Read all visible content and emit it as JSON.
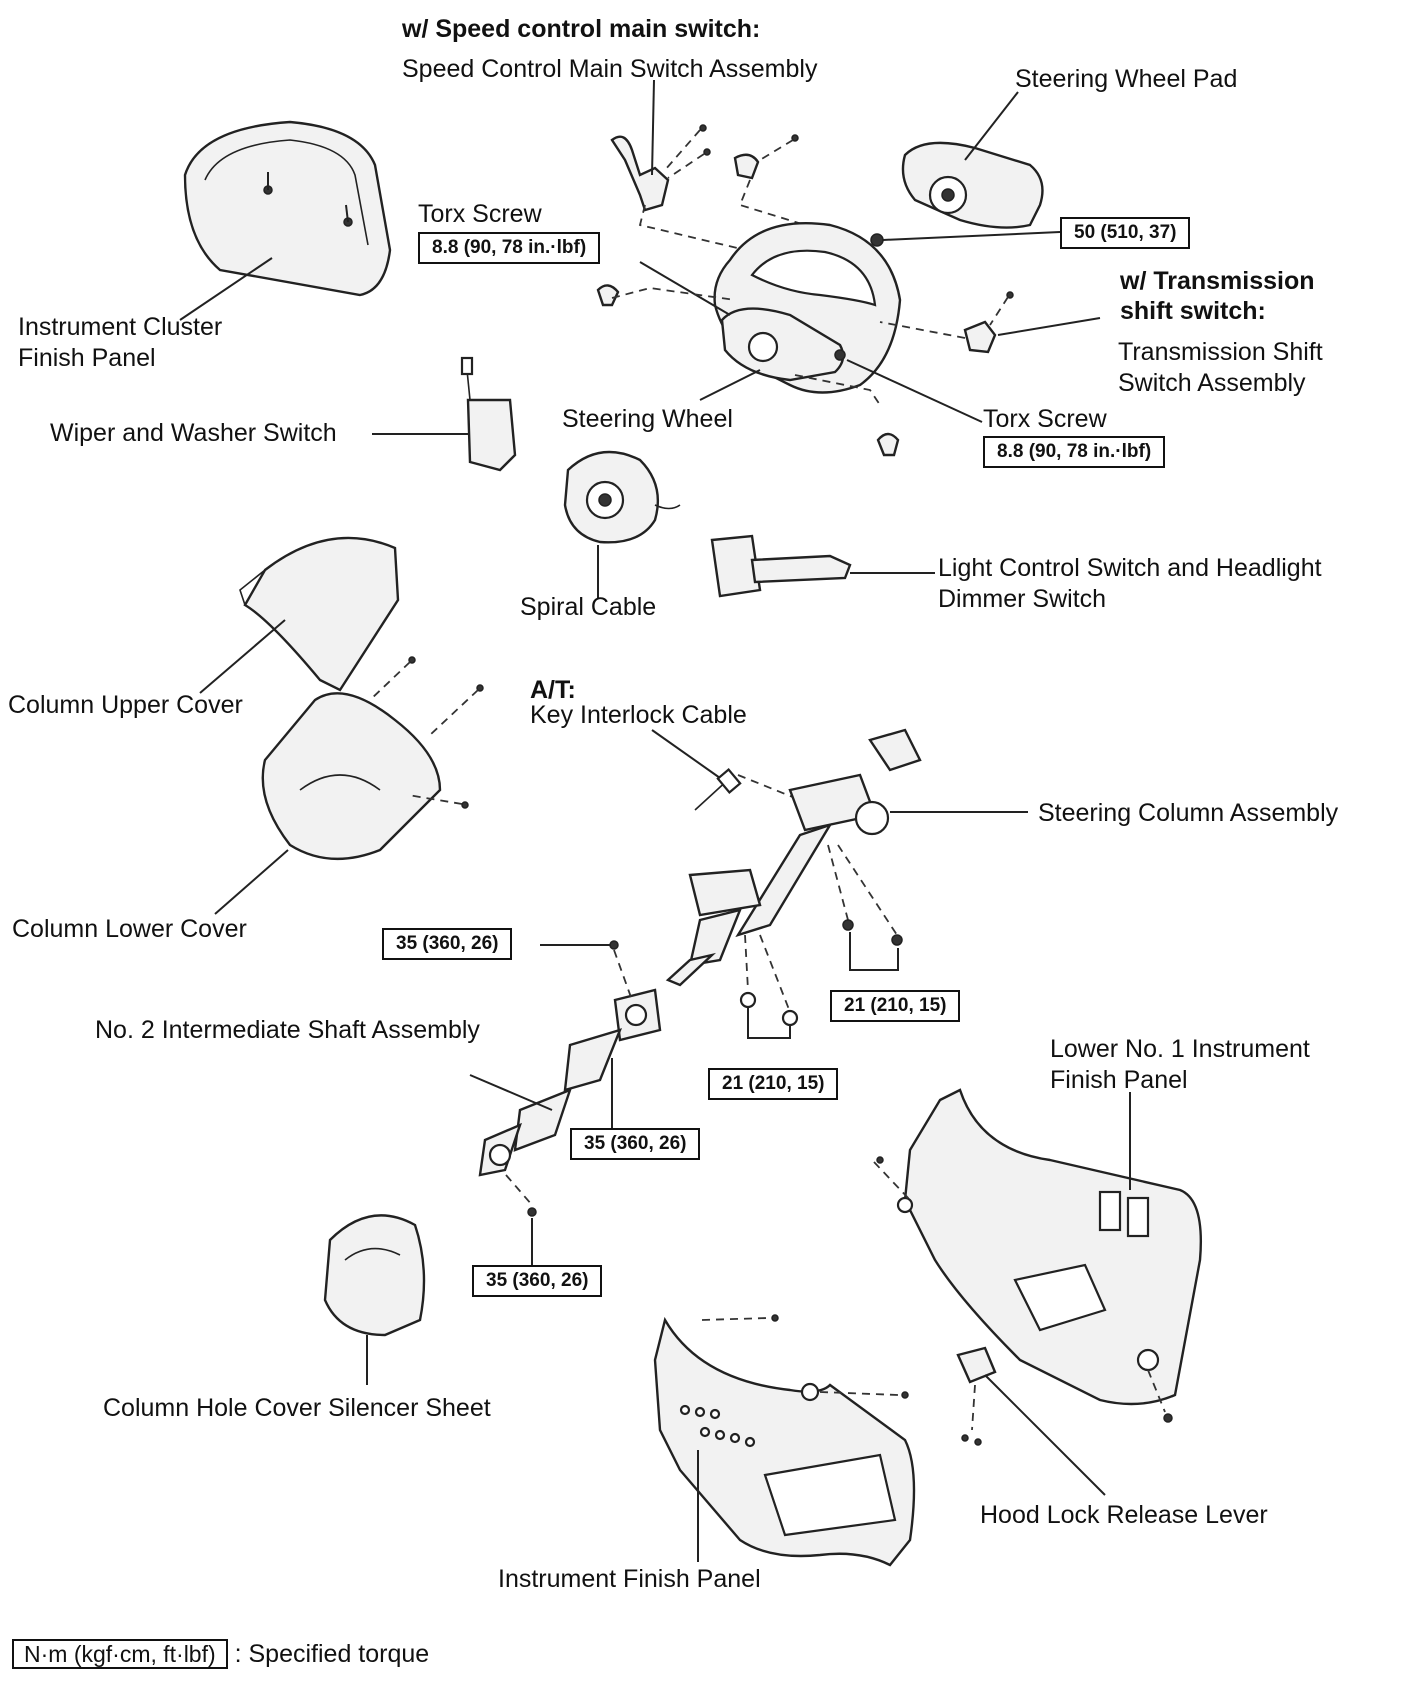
{
  "headings": {
    "speed_control": "w/ Speed control main switch:",
    "transmission_line1": "w/ Transmission",
    "transmission_line2": "shift switch:",
    "at": "A/T:"
  },
  "labels": {
    "speed_control_switch": "Speed Control Main Switch Assembly",
    "steering_wheel_pad": "Steering Wheel Pad",
    "torx_screw_left": "Torx Screw",
    "torx_screw_right": "Torx Screw",
    "instrument_cluster_line1": "Instrument  Cluster",
    "instrument_cluster_line2": "Finish Panel",
    "transmission_switch_line1": "Transmission  Shift",
    "transmission_switch_line2": "Switch Assembly",
    "wiper_switch": "Wiper and Washer Switch",
    "steering_wheel": "Steering Wheel",
    "spiral_cable": "Spiral Cable",
    "light_control_line1": "Light  Control  Switch  and  Headlight",
    "light_control_line2": "Dimmer Switch",
    "column_upper_cover": "Column Upper Cover",
    "key_interlock_cable": "Key Interlock Cable",
    "steering_column": "Steering Column Assembly",
    "column_lower_cover": "Column Lower Cover",
    "intermediate_shaft": "No. 2 Intermediate Shaft Assembly",
    "lower_finish_panel_line1": "Lower No. 1 Instrument",
    "lower_finish_panel_line2": "Finish Panel",
    "silencer_sheet": "Column Hole Cover Silencer Sheet",
    "hood_lock_lever": "Hood Lock Release Lever",
    "instrument_finish_panel": "Instrument Finish Panel"
  },
  "torques": {
    "pad_nut": "50 (510, 37)",
    "torx_left": "8.8 (90, 78 in.·lbf)",
    "torx_right": "8.8 (90, 78 in.·lbf)",
    "shaft_upper_bolt": "35 (360, 26)",
    "column_bolts": "21 (210, 15)",
    "column_nuts": "21 (210, 15)",
    "shaft_joint": "35 (360, 26)",
    "shaft_lower_bolt": "35 (360, 26)"
  },
  "legend": {
    "unit_box": "N·m (kgf·cm, ft·lbf)",
    "meaning": ": Specified torque"
  }
}
